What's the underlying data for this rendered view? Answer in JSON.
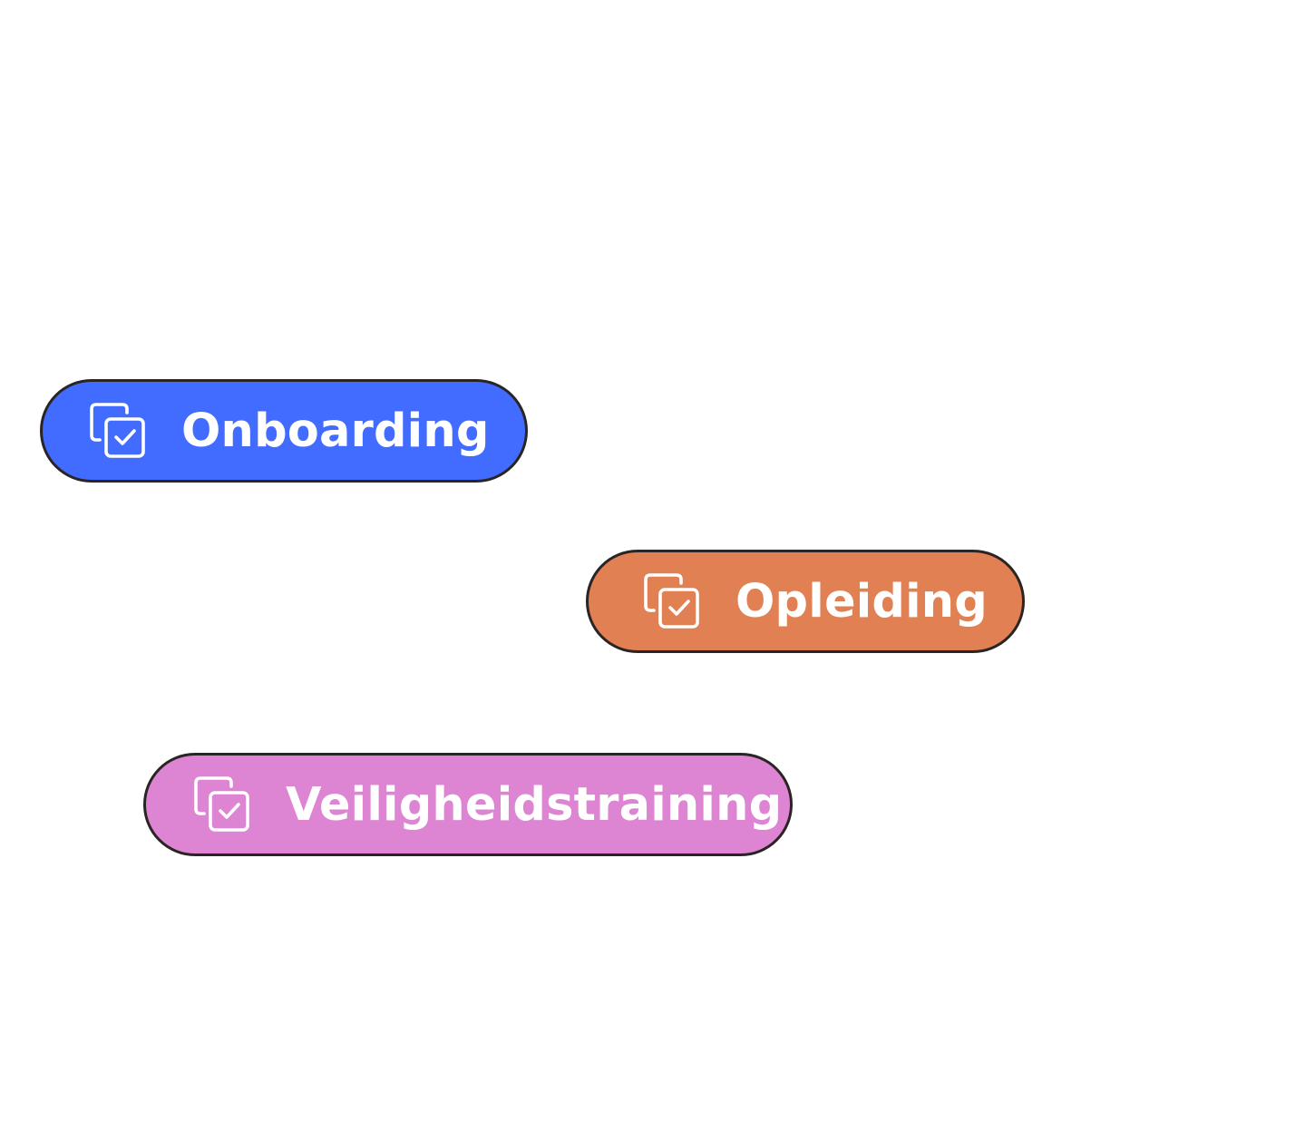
{
  "tags": [
    {
      "label": "Onboarding",
      "color": "#426bff",
      "icon": "checklist-copy-icon"
    },
    {
      "label": "Opleiding",
      "color": "#e18052",
      "icon": "checklist-copy-icon"
    },
    {
      "label": "Veiligheidstraining",
      "color": "#dd84d2",
      "icon": "checklist-copy-icon"
    }
  ]
}
